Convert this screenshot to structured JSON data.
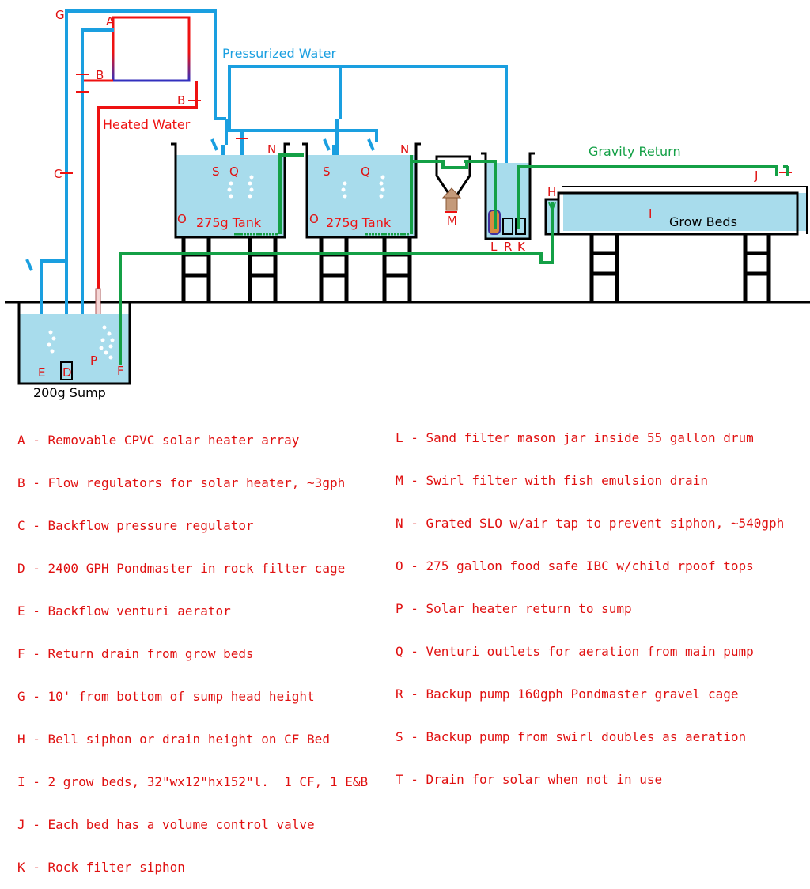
{
  "labels": {
    "sump": "200g Sump",
    "tank1": "275g Tank",
    "tank2": "275g Tank",
    "grow_beds": "Grow Beds",
    "pressurized_water": "Pressurized Water",
    "heated_water": "Heated Water",
    "gravity_return": "Gravity Return"
  },
  "letters": {
    "A": "A",
    "B": "B",
    "C": "C",
    "D": "D",
    "E": "E",
    "F": "F",
    "G": "G",
    "H": "H",
    "I": "I",
    "J": "J",
    "K": "K",
    "L": "L",
    "M": "M",
    "N": "N",
    "O": "O",
    "P": "P",
    "Q": "Q",
    "R": "R",
    "S": "S"
  },
  "legend_left": [
    "A - Removable CPVC solar heater array",
    "B - Flow regulators for solar heater, ~3gph",
    "C - Backflow pressure regulator",
    "D - 2400 GPH Pondmaster in rock filter cage",
    "E - Backflow venturi aerator",
    "F - Return drain from grow beds",
    "G - 10' from bottom of sump head height",
    "H - Bell siphon or drain height on CF Bed",
    "I - 2 grow beds, 32\"wx12\"hx152\"l.  1 CF, 1 E&B",
    "J - Each bed has a volume control valve",
    "K - Rock filter siphon"
  ],
  "legend_right": [
    "L - Sand filter mason jar inside 55 gallon drum",
    "M - Swirl filter with fish emulsion drain",
    "N - Grated SLO w/air tap to prevent siphon, ~540gph",
    "O - 275 gallon food safe IBC w/child rpoof tops",
    "P - Solar heater return to sump",
    "Q - Venturi outlets for aeration from main pump",
    "R - Backup pump 160gph Pondmaster gravel cage",
    "S - Backup pump from swirl doubles as aeration",
    "T - Drain for solar when not in use"
  ],
  "colors": {
    "pressurized": "#1a9fe0",
    "heated": "#ee1111",
    "gravity": "#14a046",
    "water": "#a8dcec",
    "outline": "#000000",
    "text_red": "#e01010"
  }
}
